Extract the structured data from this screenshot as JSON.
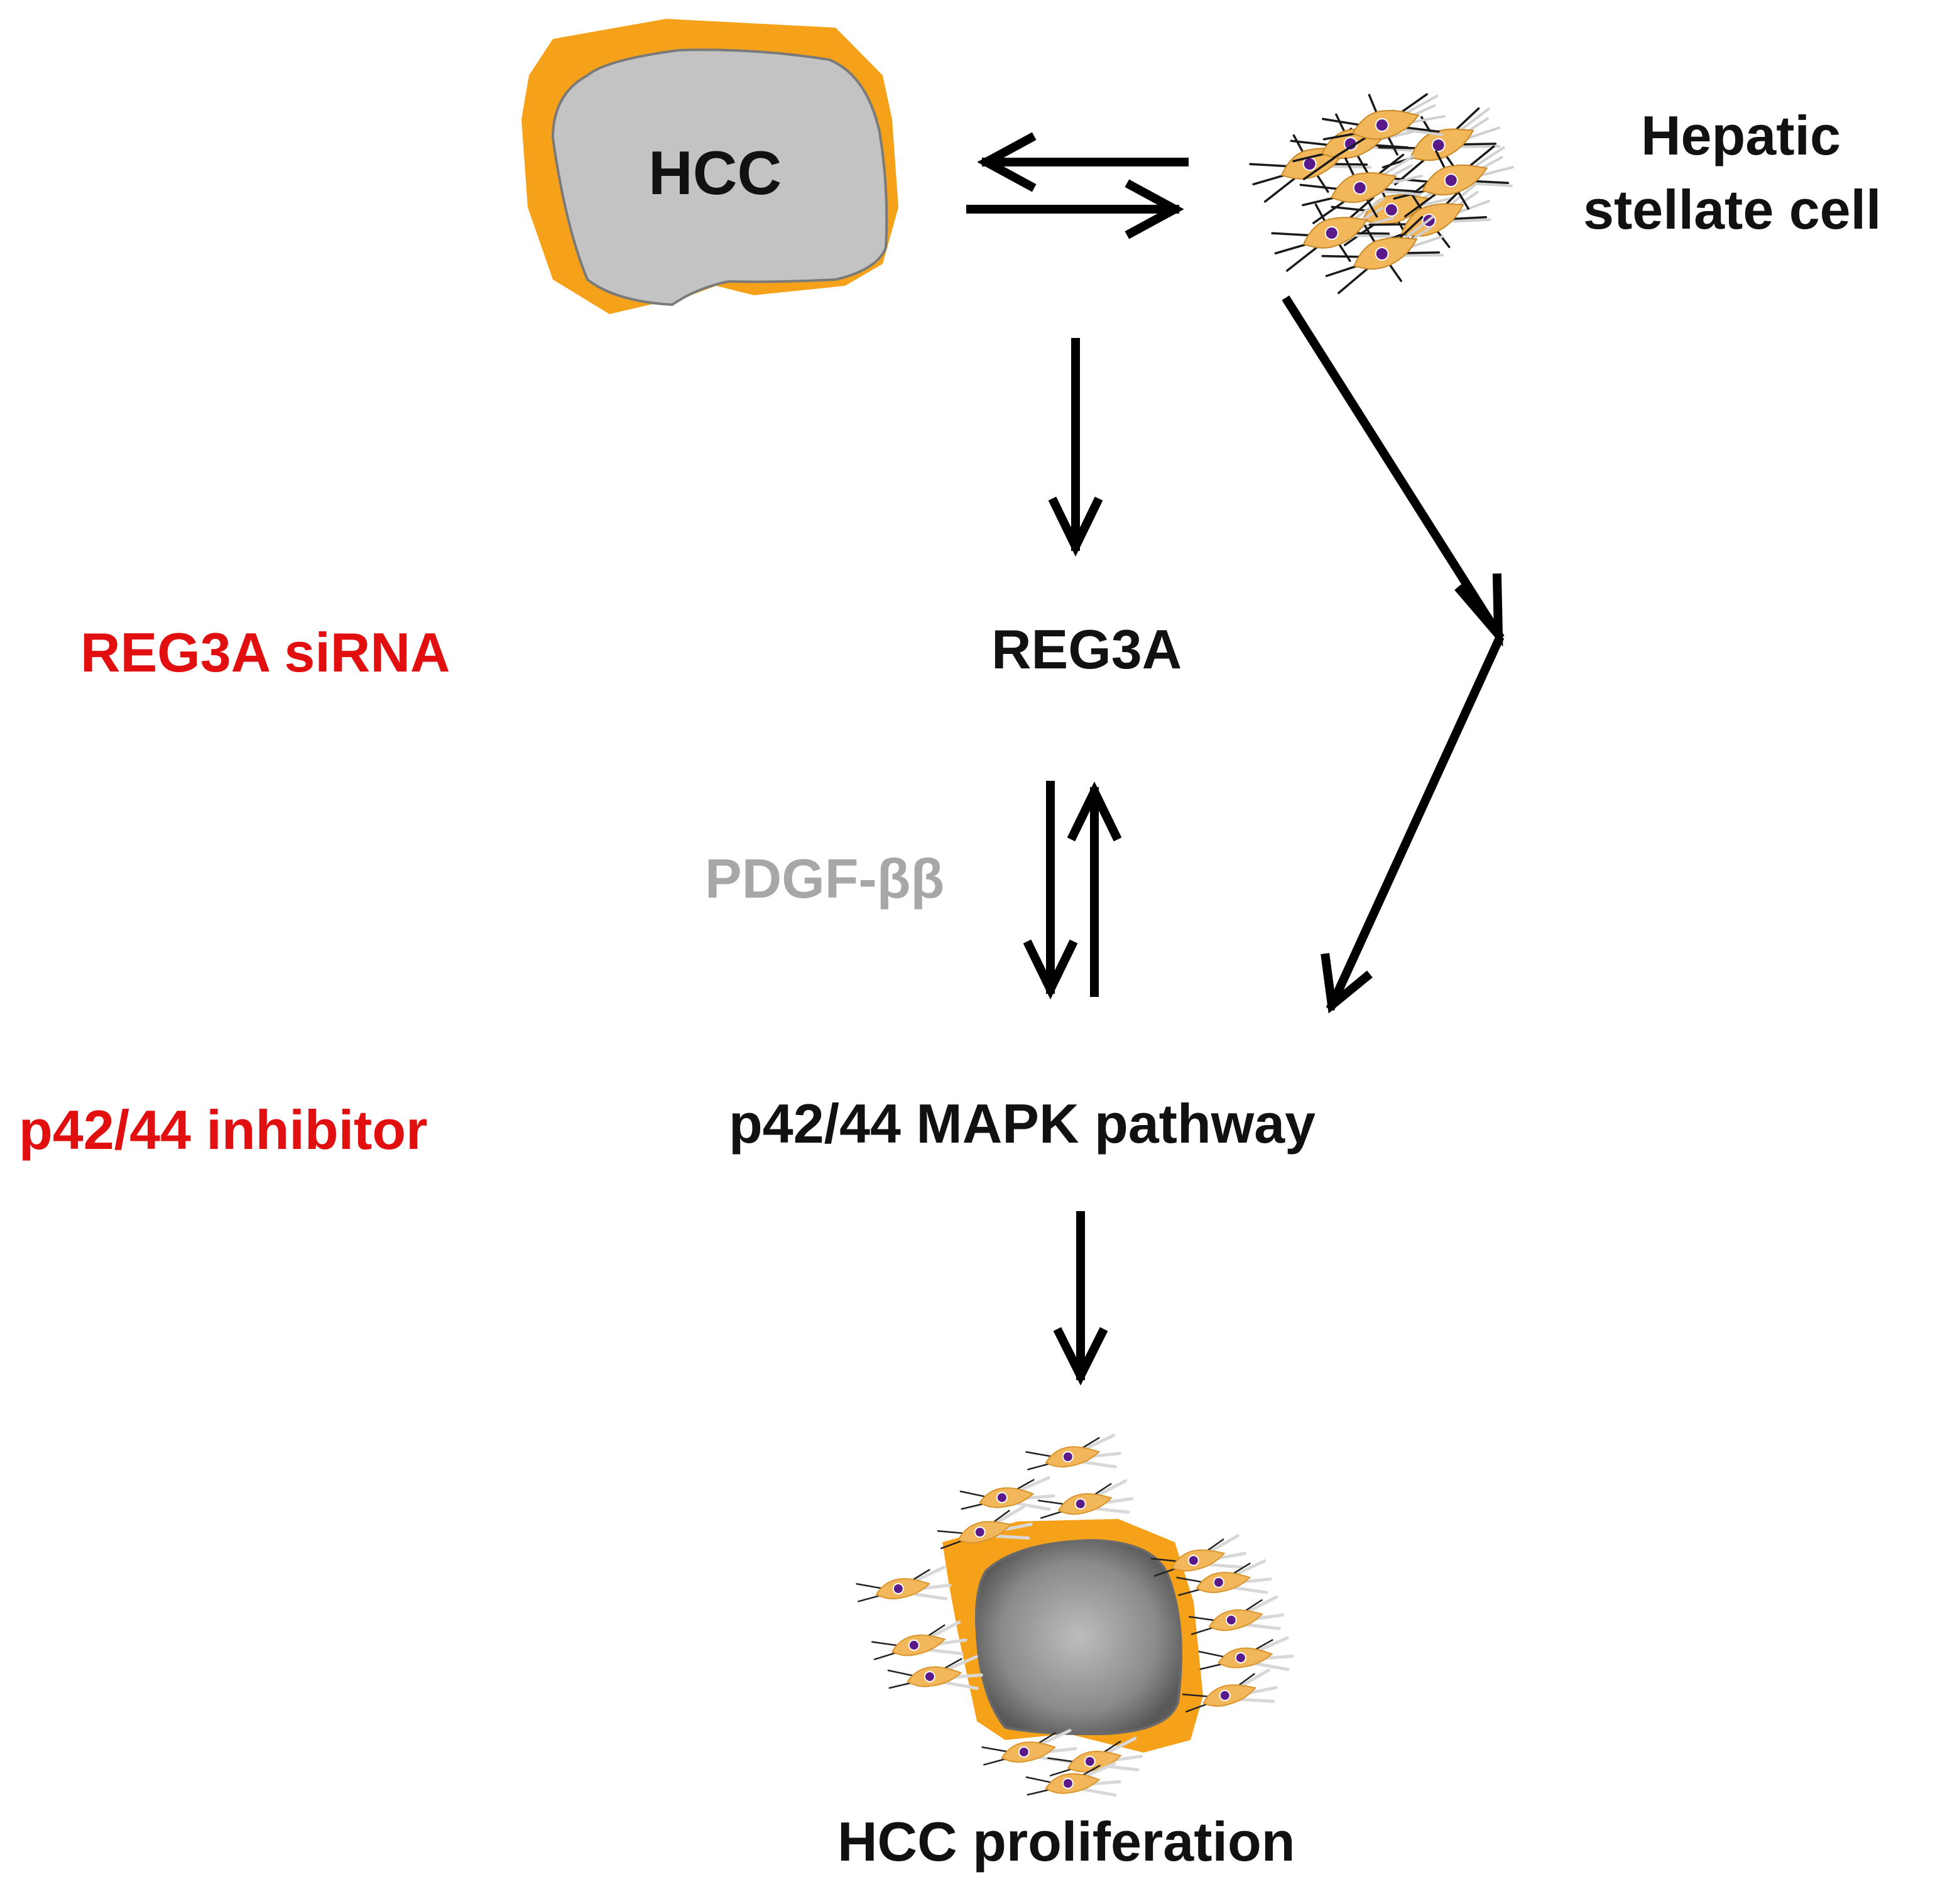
{
  "labels": {
    "hcc": "HCC",
    "hepatic_line1": "Hepatic",
    "hepatic_line2": "stellate cell",
    "reg3a": "REG3A",
    "reg3a_sirna": "REG3A siRNA",
    "pdgf": "PDGF-ββ",
    "mapk": "p42/44 MAPK pathway",
    "inhibitor": "p42/44 inhibitor",
    "proliferation": "HCC proliferation"
  },
  "colors": {
    "text": "#111111",
    "inhibitor_text": "#e10f0f",
    "pdgf_text": "#a7a7a7",
    "tumor_fill": "#c3c3c3",
    "tumor_rim": "#f6a11a",
    "cell_body": "#f2b75a",
    "cell_nucleus": "#5a1a8a"
  }
}
